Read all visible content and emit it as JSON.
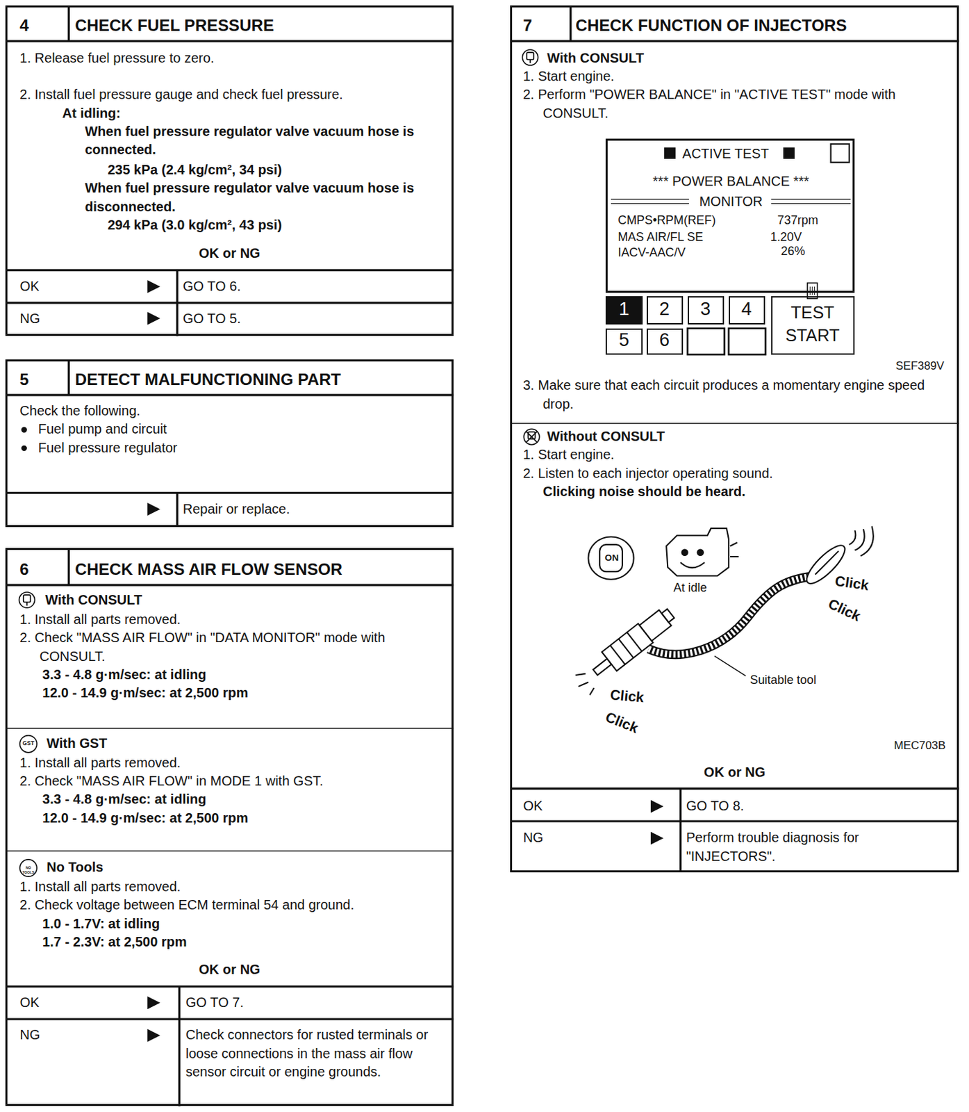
{
  "diagram": {
    "nodes": [
      {
        "text": [
          "4",
          "CHECK FUEL PRESSURE",
          "1. Release fuel pressure to zero.",
          "2. Install fuel pressure gauge and check fuel pressure.",
          "At idling:",
          "When fuel pressure regulator valve vacuum hose is connected.",
          "235 kPa (2.4 kg/cm², 34 psi)",
          "When fuel pressure regulator valve vacuum hose is disconnected.",
          "294 kPa (3.0 kg/cm², 43 psi)",
          "OK or NG"
        ]
      },
      {
        "text": [
          "5",
          "DETECT MALFUNCTIONING PART",
          "Check the following.",
          "Fuel pump and circuit",
          "Fuel pressure regulator"
        ]
      },
      {
        "text": [
          "6",
          "CHECK MASS AIR FLOW SENSOR",
          "With CONSULT",
          "1. Install all parts removed.",
          "2. Check \"MASS AIR FLOW\" in \"DATA MONITOR\" mode with CONSULT.",
          "3.3 - 4.8 g·m/sec: at idling",
          "12.0 - 14.9 g·m/sec: at 2,500 rpm",
          "With GST",
          "1. Install all parts removed.",
          "2. Check \"MASS AIR FLOW\" in MODE 1 with GST.",
          "3.3 - 4.8 g·m/sec: at idling",
          "12.0 - 14.9 g·m/sec: at 2,500 rpm",
          "No Tools",
          "1. Install all parts removed.",
          "2. Check voltage between ECM terminal 54 and ground.",
          "1.0 - 1.7V: at idling",
          "1.7 - 2.3V: at 2,500 rpm",
          "OK or NG"
        ]
      },
      {
        "text": [
          "7",
          "CHECK FUNCTION OF INJECTORS",
          "With CONSULT",
          "1. Start engine.",
          "2. Perform \"POWER BALANCE\" in \"ACTIVE TEST\" mode with CONSULT.",
          "3. Make sure that each circuit produces a momentary engine speed drop.",
          "Without CONSULT",
          "1. Start engine.",
          "2. Listen to each injector operating sound.",
          "Clicking noise should be heard.",
          "OK or NG"
        ]
      },
      {
        "text": [
          "ACTIVE TEST",
          "*** POWER BALANCE ***",
          "MONITOR",
          "CMPS•RPM(REF)",
          "737rpm",
          "MAS AIR/FL SE",
          "1.20V",
          "IACV-AAC/V",
          "26%"
        ],
        "in": 3
      },
      {
        "text": [
          "1"
        ],
        "in": 3
      },
      {
        "text": [
          "2"
        ],
        "in": 3
      },
      {
        "text": [
          "3"
        ],
        "in": 3
      },
      {
        "text": [
          "4"
        ],
        "in": 3
      },
      {
        "text": [
          "5"
        ],
        "in": 3
      },
      {
        "text": [
          "6"
        ],
        "in": 3
      },
      {
        "text": [
          "TEST START"
        ],
        "in": 3
      }
    ],
    "labels": [
      "OK",
      "GO TO 6.",
      "NG",
      "GO TO 5.",
      "Repair or replace.",
      "GST",
      "NO TOOLS",
      "OK",
      "GO TO 7.",
      "NG",
      "Check connectors for rusted terminals or loose connections in the mass air flow sensor circuit or engine grounds.",
      "SEF389V",
      "ON",
      "At idle",
      "Click",
      "Click",
      "Suitable tool",
      "Click",
      "Click",
      "MEC703B",
      "OK",
      "GO TO 8.",
      "NG",
      "Perform trouble diagnosis for \"INJECTORS\"."
    ]
  }
}
